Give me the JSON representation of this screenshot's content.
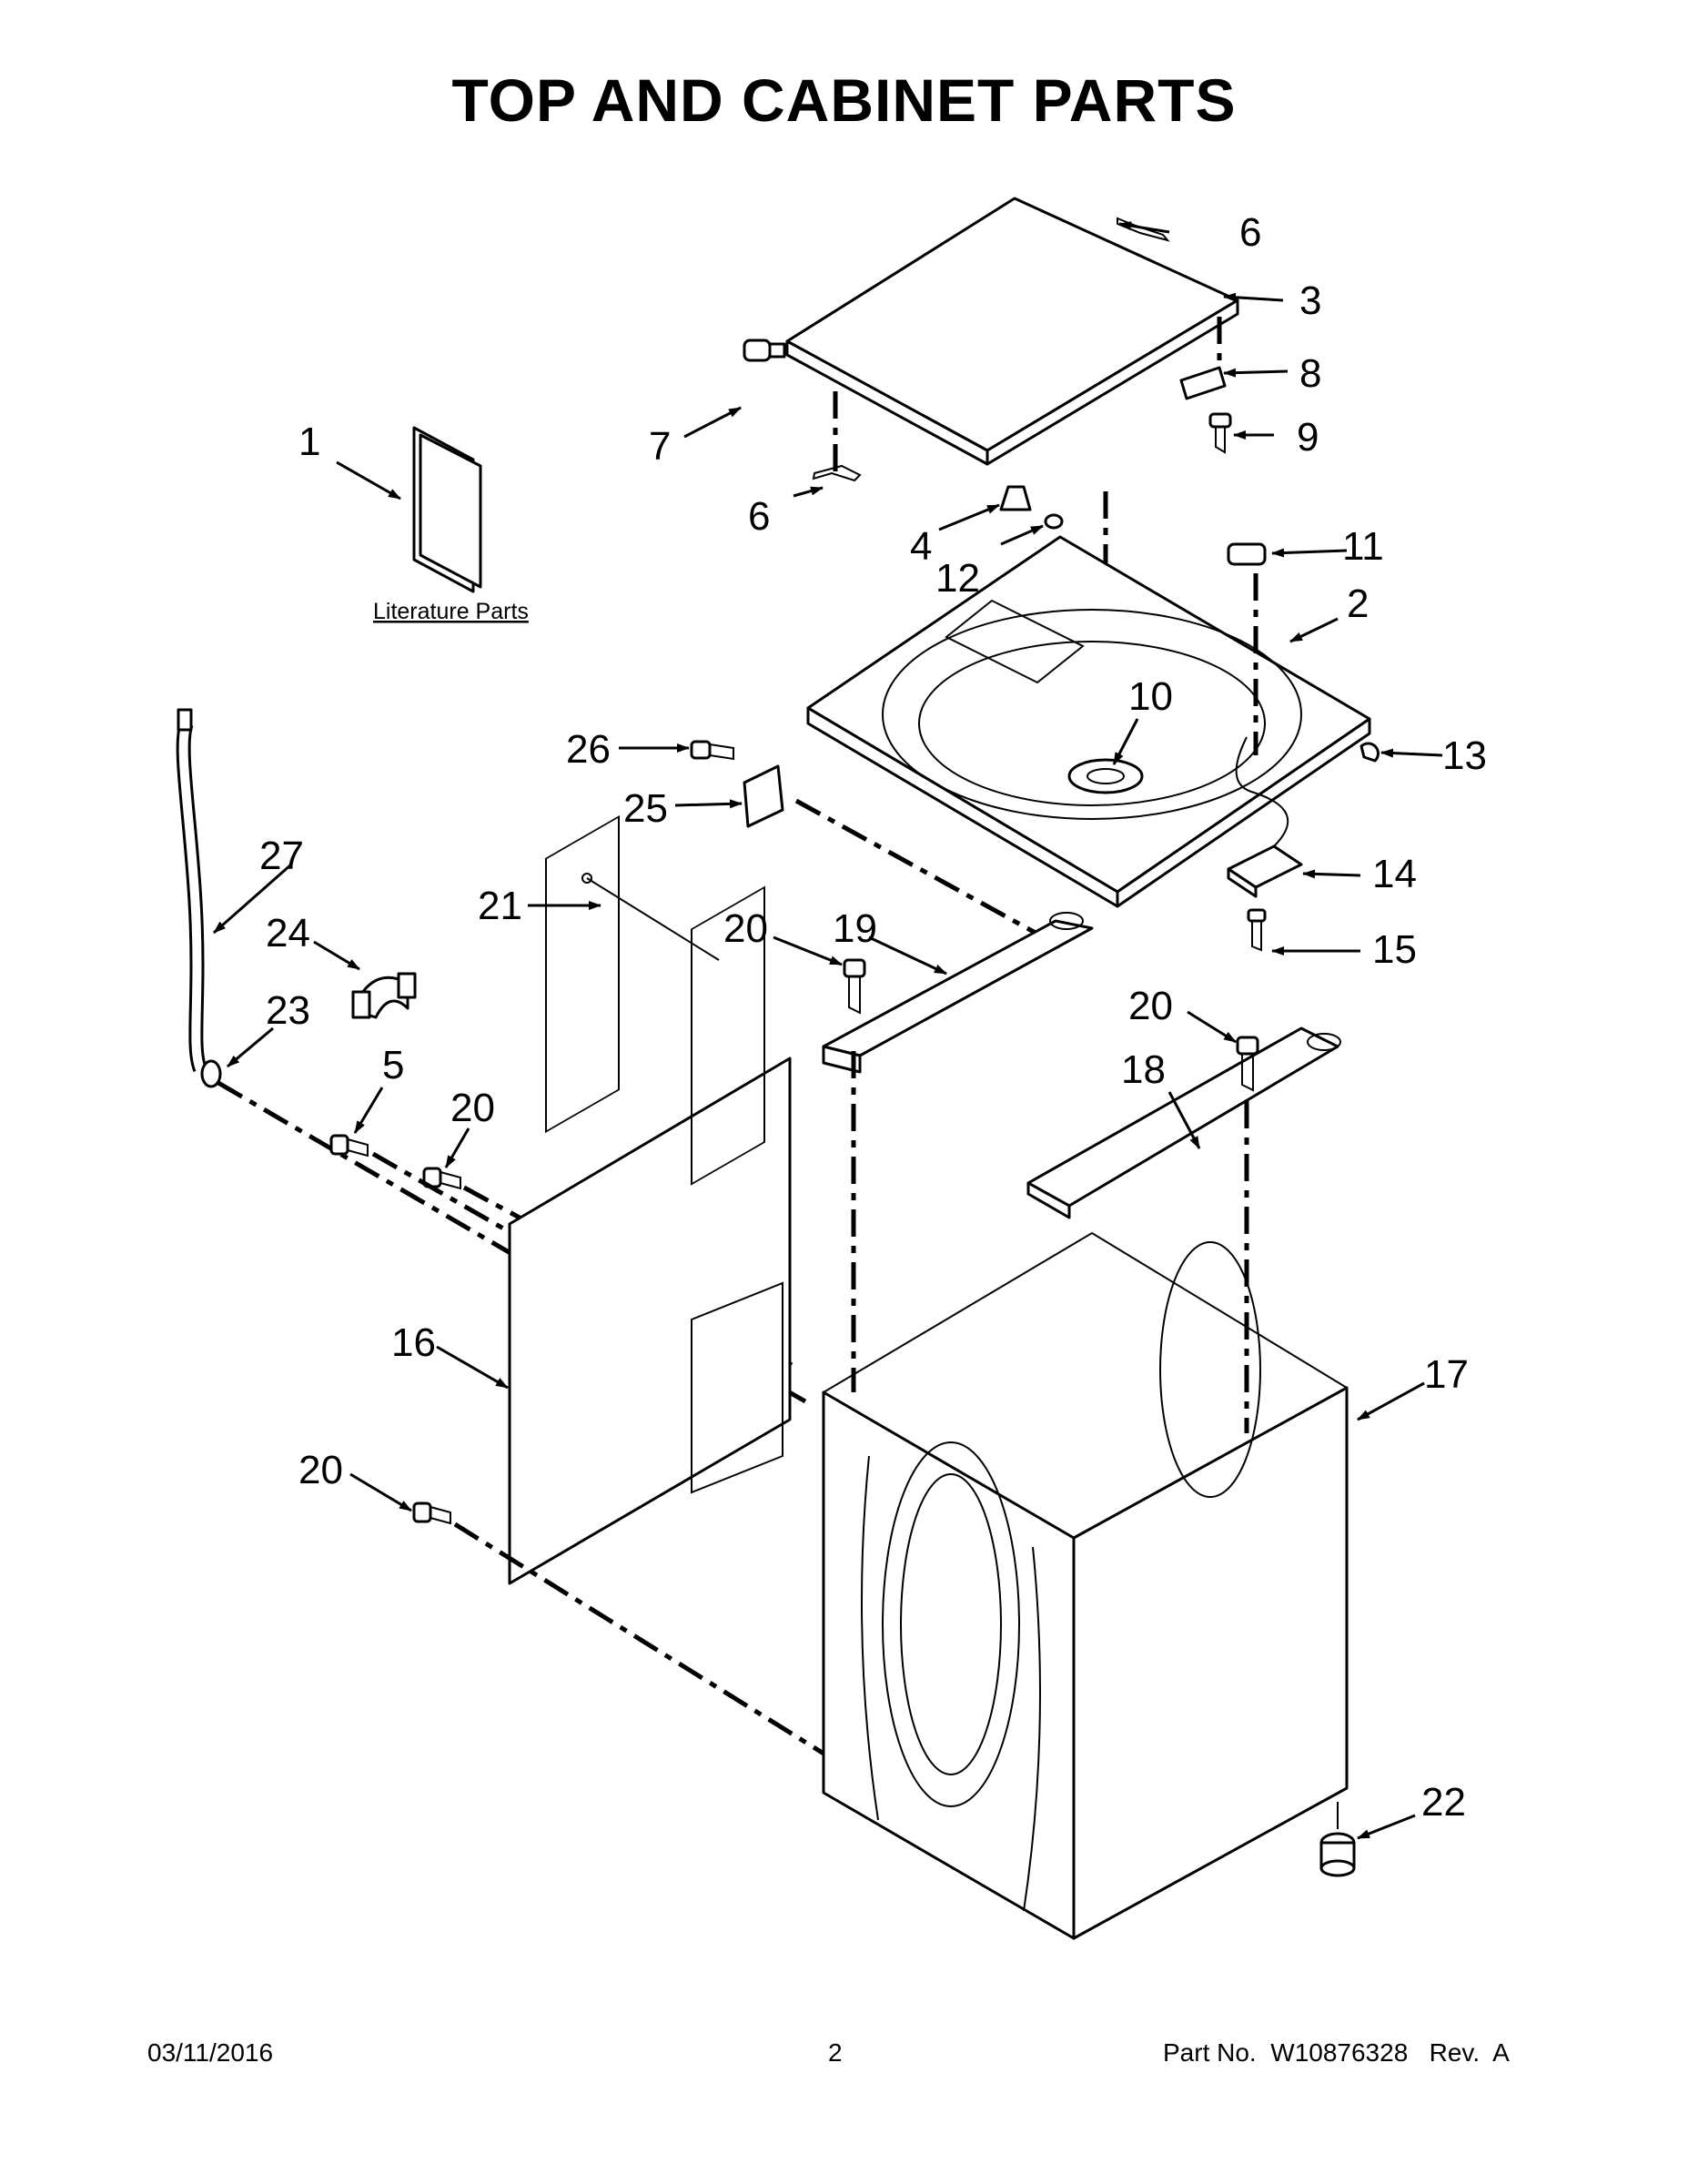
{
  "title": "TOP AND CABINET PARTS",
  "literature_label": "Literature Parts",
  "callouts": {
    "c1": "1",
    "c2": "2",
    "c3": "3",
    "c4": "4",
    "c5": "5",
    "c6a": "6",
    "c6b": "6",
    "c7": "7",
    "c8": "8",
    "c9": "9",
    "c10": "10",
    "c11": "11",
    "c12": "12",
    "c13": "13",
    "c14": "14",
    "c15": "15",
    "c16": "16",
    "c17": "17",
    "c18": "18",
    "c19": "19",
    "c20a": "20",
    "c20b": "20",
    "c20c": "20",
    "c20d": "20",
    "c21": "21",
    "c22": "22",
    "c23": "23",
    "c24": "24",
    "c25": "25",
    "c26": "26",
    "c27": "27"
  },
  "footer": {
    "date": "03/11/2016",
    "page": "2",
    "part_no": "Part No.  W10876328   Rev.  A"
  }
}
